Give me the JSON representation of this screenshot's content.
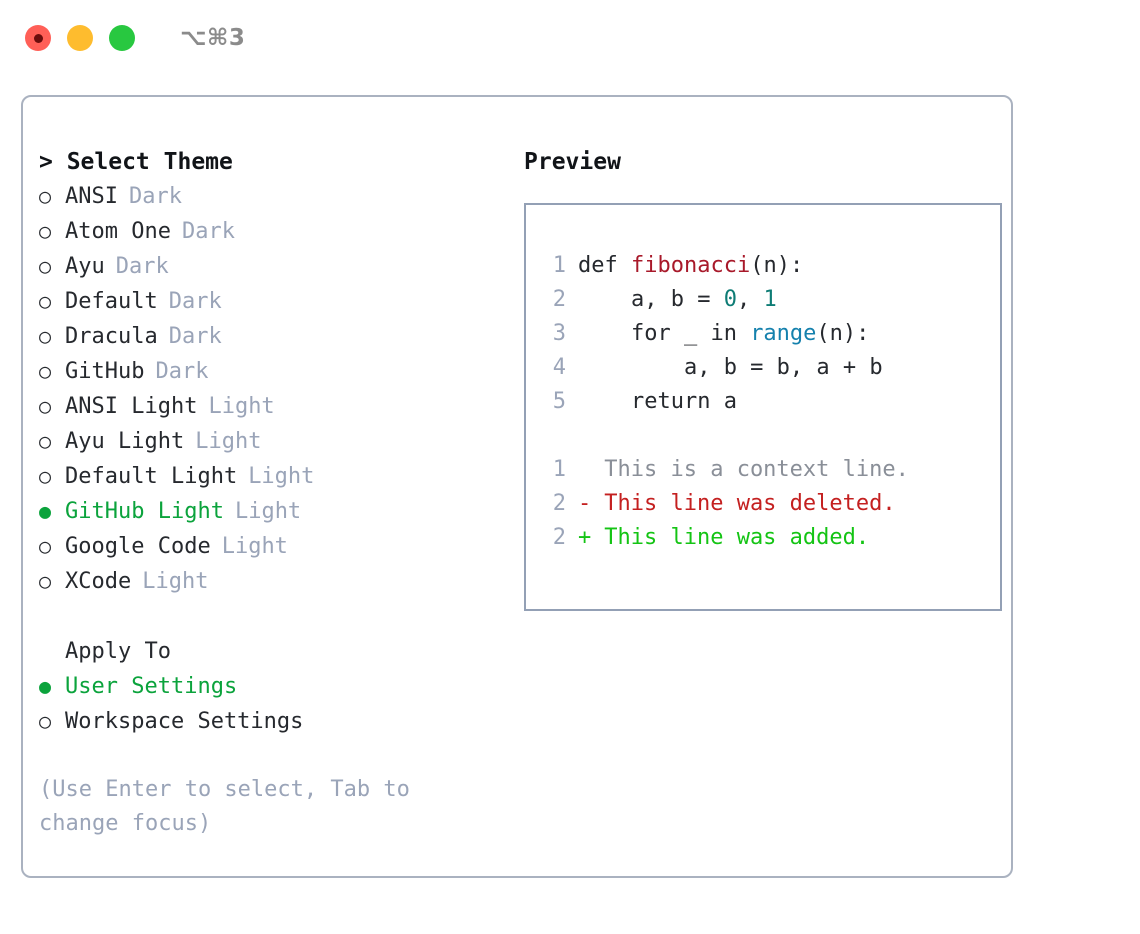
{
  "titlebar": {
    "shortcut": "⌥⌘3",
    "buttons": [
      {
        "name": "close",
        "color": "#ff5f57"
      },
      {
        "name": "minimize",
        "color": "#febc2e"
      },
      {
        "name": "maximize",
        "color": "#28c840"
      }
    ]
  },
  "theme_picker": {
    "header": "> Select Theme",
    "items": [
      {
        "marker": "○",
        "label": "ANSI",
        "tag": "Dark",
        "selected": false
      },
      {
        "marker": "○",
        "label": "Atom One",
        "tag": "Dark",
        "selected": false
      },
      {
        "marker": "○",
        "label": "Ayu",
        "tag": "Dark",
        "selected": false
      },
      {
        "marker": "○",
        "label": "Default",
        "tag": "Dark",
        "selected": false
      },
      {
        "marker": "○",
        "label": "Dracula",
        "tag": "Dark",
        "selected": false
      },
      {
        "marker": "○",
        "label": "GitHub",
        "tag": "Dark",
        "selected": false
      },
      {
        "marker": "○",
        "label": "ANSI Light",
        "tag": "Light",
        "selected": false
      },
      {
        "marker": "○",
        "label": "Ayu Light",
        "tag": "Light",
        "selected": false
      },
      {
        "marker": "○",
        "label": "Default Light",
        "tag": "Light",
        "selected": false
      },
      {
        "marker": "●",
        "label": "GitHub Light",
        "tag": "Light",
        "selected": true
      },
      {
        "marker": "○",
        "label": "Google Code",
        "tag": "Light",
        "selected": false
      },
      {
        "marker": "○",
        "label": "XCode",
        "tag": "Light",
        "selected": false
      }
    ]
  },
  "apply_to": {
    "header": "Apply To",
    "items": [
      {
        "marker": "●",
        "label": "User Settings",
        "selected": true
      },
      {
        "marker": "○",
        "label": "Workspace Settings",
        "selected": false
      }
    ]
  },
  "hint": "(Use Enter to select, Tab to change focus)",
  "preview": {
    "title": "Preview",
    "code_lines": [
      {
        "ln": "1",
        "tokens": [
          {
            "t": "def ",
            "c": "plain"
          },
          {
            "t": "fibonacci",
            "c": "fn"
          },
          {
            "t": "(n):",
            "c": "plain"
          }
        ]
      },
      {
        "ln": "2",
        "tokens": [
          {
            "t": "    a, b = ",
            "c": "plain"
          },
          {
            "t": "0",
            "c": "num"
          },
          {
            "t": ", ",
            "c": "plain"
          },
          {
            "t": "1",
            "c": "num"
          }
        ]
      },
      {
        "ln": "3",
        "tokens": [
          {
            "t": "    for _ in ",
            "c": "plain"
          },
          {
            "t": "range",
            "c": "bi"
          },
          {
            "t": "(n):",
            "c": "plain"
          }
        ]
      },
      {
        "ln": "4",
        "tokens": [
          {
            "t": "        a, b = b, a + b",
            "c": "plain"
          }
        ]
      },
      {
        "ln": "5",
        "tokens": [
          {
            "t": "    return a",
            "c": "plain"
          }
        ]
      }
    ],
    "diff_lines": [
      {
        "ln": "1",
        "sign": " ",
        "text": " This is a context line.",
        "kind": "ctx"
      },
      {
        "ln": "2",
        "sign": "-",
        "text": " This line was deleted.",
        "kind": "del"
      },
      {
        "ln": "2",
        "sign": "+",
        "text": " This line was added.",
        "kind": "add"
      }
    ]
  },
  "colors": {
    "accent_green": "#0ba33c",
    "muted": "#9aa4b8",
    "text": "#26292e",
    "border": "#aab2c0",
    "preview_border": "#93a0b5",
    "syntax_function": "#a8192a",
    "syntax_number": "#0e7c75",
    "syntax_builtin": "#1581ad",
    "diff_context": "#8a8f98",
    "diff_deleted": "#c42020",
    "diff_added": "#14c414"
  }
}
